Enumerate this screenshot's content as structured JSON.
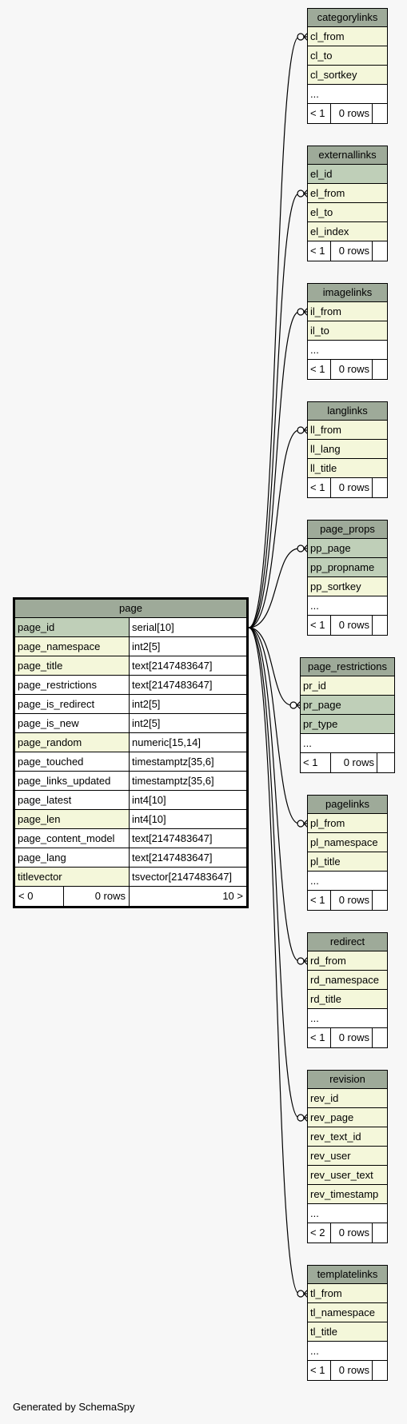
{
  "main_table": {
    "name": "page",
    "columns": [
      {
        "name": "page_id",
        "type": "serial[10]",
        "style": "pk"
      },
      {
        "name": "page_namespace",
        "type": "int2[5]",
        "style": "idx"
      },
      {
        "name": "page_title",
        "type": "text[2147483647]",
        "style": "idx"
      },
      {
        "name": "page_restrictions",
        "type": "text[2147483647]",
        "style": "plain"
      },
      {
        "name": "page_is_redirect",
        "type": "int2[5]",
        "style": "plain"
      },
      {
        "name": "page_is_new",
        "type": "int2[5]",
        "style": "plain"
      },
      {
        "name": "page_random",
        "type": "numeric[15,14]",
        "style": "idx"
      },
      {
        "name": "page_touched",
        "type": "timestamptz[35,6]",
        "style": "plain"
      },
      {
        "name": "page_links_updated",
        "type": "timestamptz[35,6]",
        "style": "plain"
      },
      {
        "name": "page_latest",
        "type": "int4[10]",
        "style": "plain"
      },
      {
        "name": "page_len",
        "type": "int4[10]",
        "style": "idx"
      },
      {
        "name": "page_content_model",
        "type": "text[2147483647]",
        "style": "plain"
      },
      {
        "name": "page_lang",
        "type": "text[2147483647]",
        "style": "plain"
      },
      {
        "name": "titlevector",
        "type": "tsvector[2147483647]",
        "style": "idx"
      }
    ],
    "footer": {
      "parents": "< 0",
      "rows": "0 rows",
      "children": "10 >"
    }
  },
  "tables": [
    {
      "name": "categorylinks",
      "columns": [
        {
          "name": "cl_from",
          "style": "idx"
        },
        {
          "name": "cl_to",
          "style": "idx"
        },
        {
          "name": "cl_sortkey",
          "style": "idx"
        },
        {
          "name": "...",
          "style": "more"
        }
      ],
      "footer": {
        "parents": "< 1",
        "rows": "0 rows"
      }
    },
    {
      "name": "externallinks",
      "columns": [
        {
          "name": "el_id",
          "style": "pk"
        },
        {
          "name": "el_from",
          "style": "idx"
        },
        {
          "name": "el_to",
          "style": "idx"
        },
        {
          "name": "el_index",
          "style": "idx"
        }
      ],
      "footer": {
        "parents": "< 1",
        "rows": "0 rows"
      }
    },
    {
      "name": "imagelinks",
      "columns": [
        {
          "name": "il_from",
          "style": "idx"
        },
        {
          "name": "il_to",
          "style": "idx"
        },
        {
          "name": "...",
          "style": "more"
        }
      ],
      "footer": {
        "parents": "< 1",
        "rows": "0 rows"
      }
    },
    {
      "name": "langlinks",
      "columns": [
        {
          "name": "ll_from",
          "style": "idx"
        },
        {
          "name": "ll_lang",
          "style": "idx"
        },
        {
          "name": "ll_title",
          "style": "idx"
        }
      ],
      "footer": {
        "parents": "< 1",
        "rows": "0 rows"
      }
    },
    {
      "name": "page_props",
      "columns": [
        {
          "name": "pp_page",
          "style": "pk"
        },
        {
          "name": "pp_propname",
          "style": "pk"
        },
        {
          "name": "pp_sortkey",
          "style": "idx"
        },
        {
          "name": "...",
          "style": "more"
        }
      ],
      "footer": {
        "parents": "< 1",
        "rows": "0 rows"
      }
    },
    {
      "name": "page_restrictions",
      "columns": [
        {
          "name": "pr_id",
          "style": "idx"
        },
        {
          "name": "pr_page",
          "style": "pk"
        },
        {
          "name": "pr_type",
          "style": "pk"
        },
        {
          "name": "...",
          "style": "more"
        }
      ],
      "footer": {
        "parents": "< 1",
        "rows": "0 rows"
      }
    },
    {
      "name": "pagelinks",
      "columns": [
        {
          "name": "pl_from",
          "style": "idx"
        },
        {
          "name": "pl_namespace",
          "style": "idx"
        },
        {
          "name": "pl_title",
          "style": "idx"
        },
        {
          "name": "...",
          "style": "more"
        }
      ],
      "footer": {
        "parents": "< 1",
        "rows": "0 rows"
      }
    },
    {
      "name": "redirect",
      "columns": [
        {
          "name": "rd_from",
          "style": "idx"
        },
        {
          "name": "rd_namespace",
          "style": "idx"
        },
        {
          "name": "rd_title",
          "style": "idx"
        },
        {
          "name": "...",
          "style": "more"
        }
      ],
      "footer": {
        "parents": "< 1",
        "rows": "0 rows"
      }
    },
    {
      "name": "revision",
      "columns": [
        {
          "name": "rev_id",
          "style": "idx"
        },
        {
          "name": "rev_page",
          "style": "idx"
        },
        {
          "name": "rev_text_id",
          "style": "idx"
        },
        {
          "name": "rev_user",
          "style": "idx"
        },
        {
          "name": "rev_user_text",
          "style": "idx"
        },
        {
          "name": "rev_timestamp",
          "style": "idx"
        },
        {
          "name": "...",
          "style": "more"
        }
      ],
      "footer": {
        "parents": "< 2",
        "rows": "0 rows"
      }
    },
    {
      "name": "templatelinks",
      "columns": [
        {
          "name": "tl_from",
          "style": "idx"
        },
        {
          "name": "tl_namespace",
          "style": "idx"
        },
        {
          "name": "tl_title",
          "style": "idx"
        },
        {
          "name": "...",
          "style": "more"
        }
      ],
      "footer": {
        "parents": "< 1",
        "rows": "0 rows"
      }
    }
  ],
  "footer_note": "Generated by SchemaSpy",
  "colors": {
    "header": "#9eaa99",
    "primary_key": "#bfcfb8",
    "indexed": "#f4f7da",
    "background": "#f7f7f7"
  }
}
